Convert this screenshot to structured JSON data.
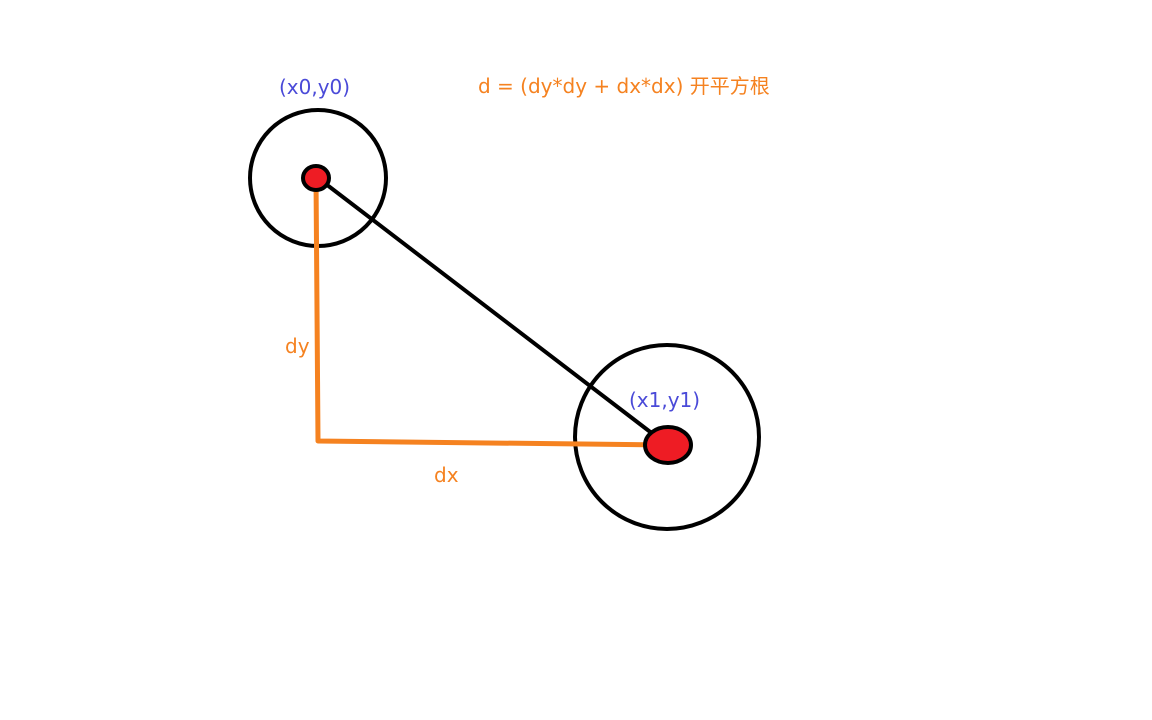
{
  "labels": {
    "point0": "(x0,y0)",
    "point1": "(x1,y1)",
    "formula": "d = (dy*dy + dx*dx) 开平方根",
    "dy": "dy",
    "dx": "dx"
  },
  "colors": {
    "point_label": "#4a4ad8",
    "annotation": "#f58220",
    "outline": "#000000",
    "dot_fill": "#ee1c24",
    "background": "#ffffff"
  }
}
